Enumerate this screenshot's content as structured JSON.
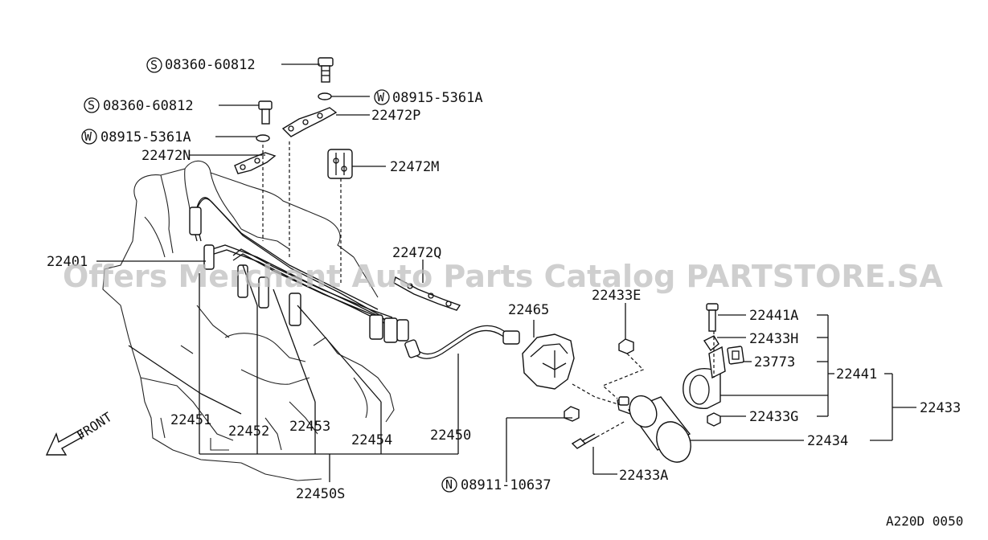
{
  "diagram": {
    "watermark": "Offers Merchant Auto Parts Catalog PARTSTORE.SA",
    "reference_code": "A220D 0050",
    "direction_label": "FRONT",
    "part_labels": {
      "bolt_top": {
        "prefix": "S",
        "number": "08360-60812"
      },
      "washer_top": {
        "prefix": "W",
        "number": "08915-5361A"
      },
      "bolt_mid": {
        "prefix": "S",
        "number": "08360-60812"
      },
      "washer_mid": {
        "prefix": "W",
        "number": "08915-5361A"
      },
      "nut_bottom": {
        "prefix": "N",
        "number": "08911-10637"
      },
      "clamp_p": "22472P",
      "clamp_n": "22472N",
      "clamp_m": "22472M",
      "clamp_q": "22472Q",
      "spark_plug": "22401",
      "cord_451": "22451",
      "cord_452": "22452",
      "cord_453": "22453",
      "cord_454": "22454",
      "cord_450": "22450",
      "cord_set": "22450S",
      "distributor_cap": "22465",
      "nut_433e": "22433E",
      "bolt_441a": "22441A",
      "bracket_433h": "22433H",
      "insulator": "23773",
      "bracket_441": "22441",
      "coil_assy": "22433",
      "nut_433g": "22433G",
      "ignition_coil": "22434",
      "screw_433a": "22433A"
    }
  }
}
